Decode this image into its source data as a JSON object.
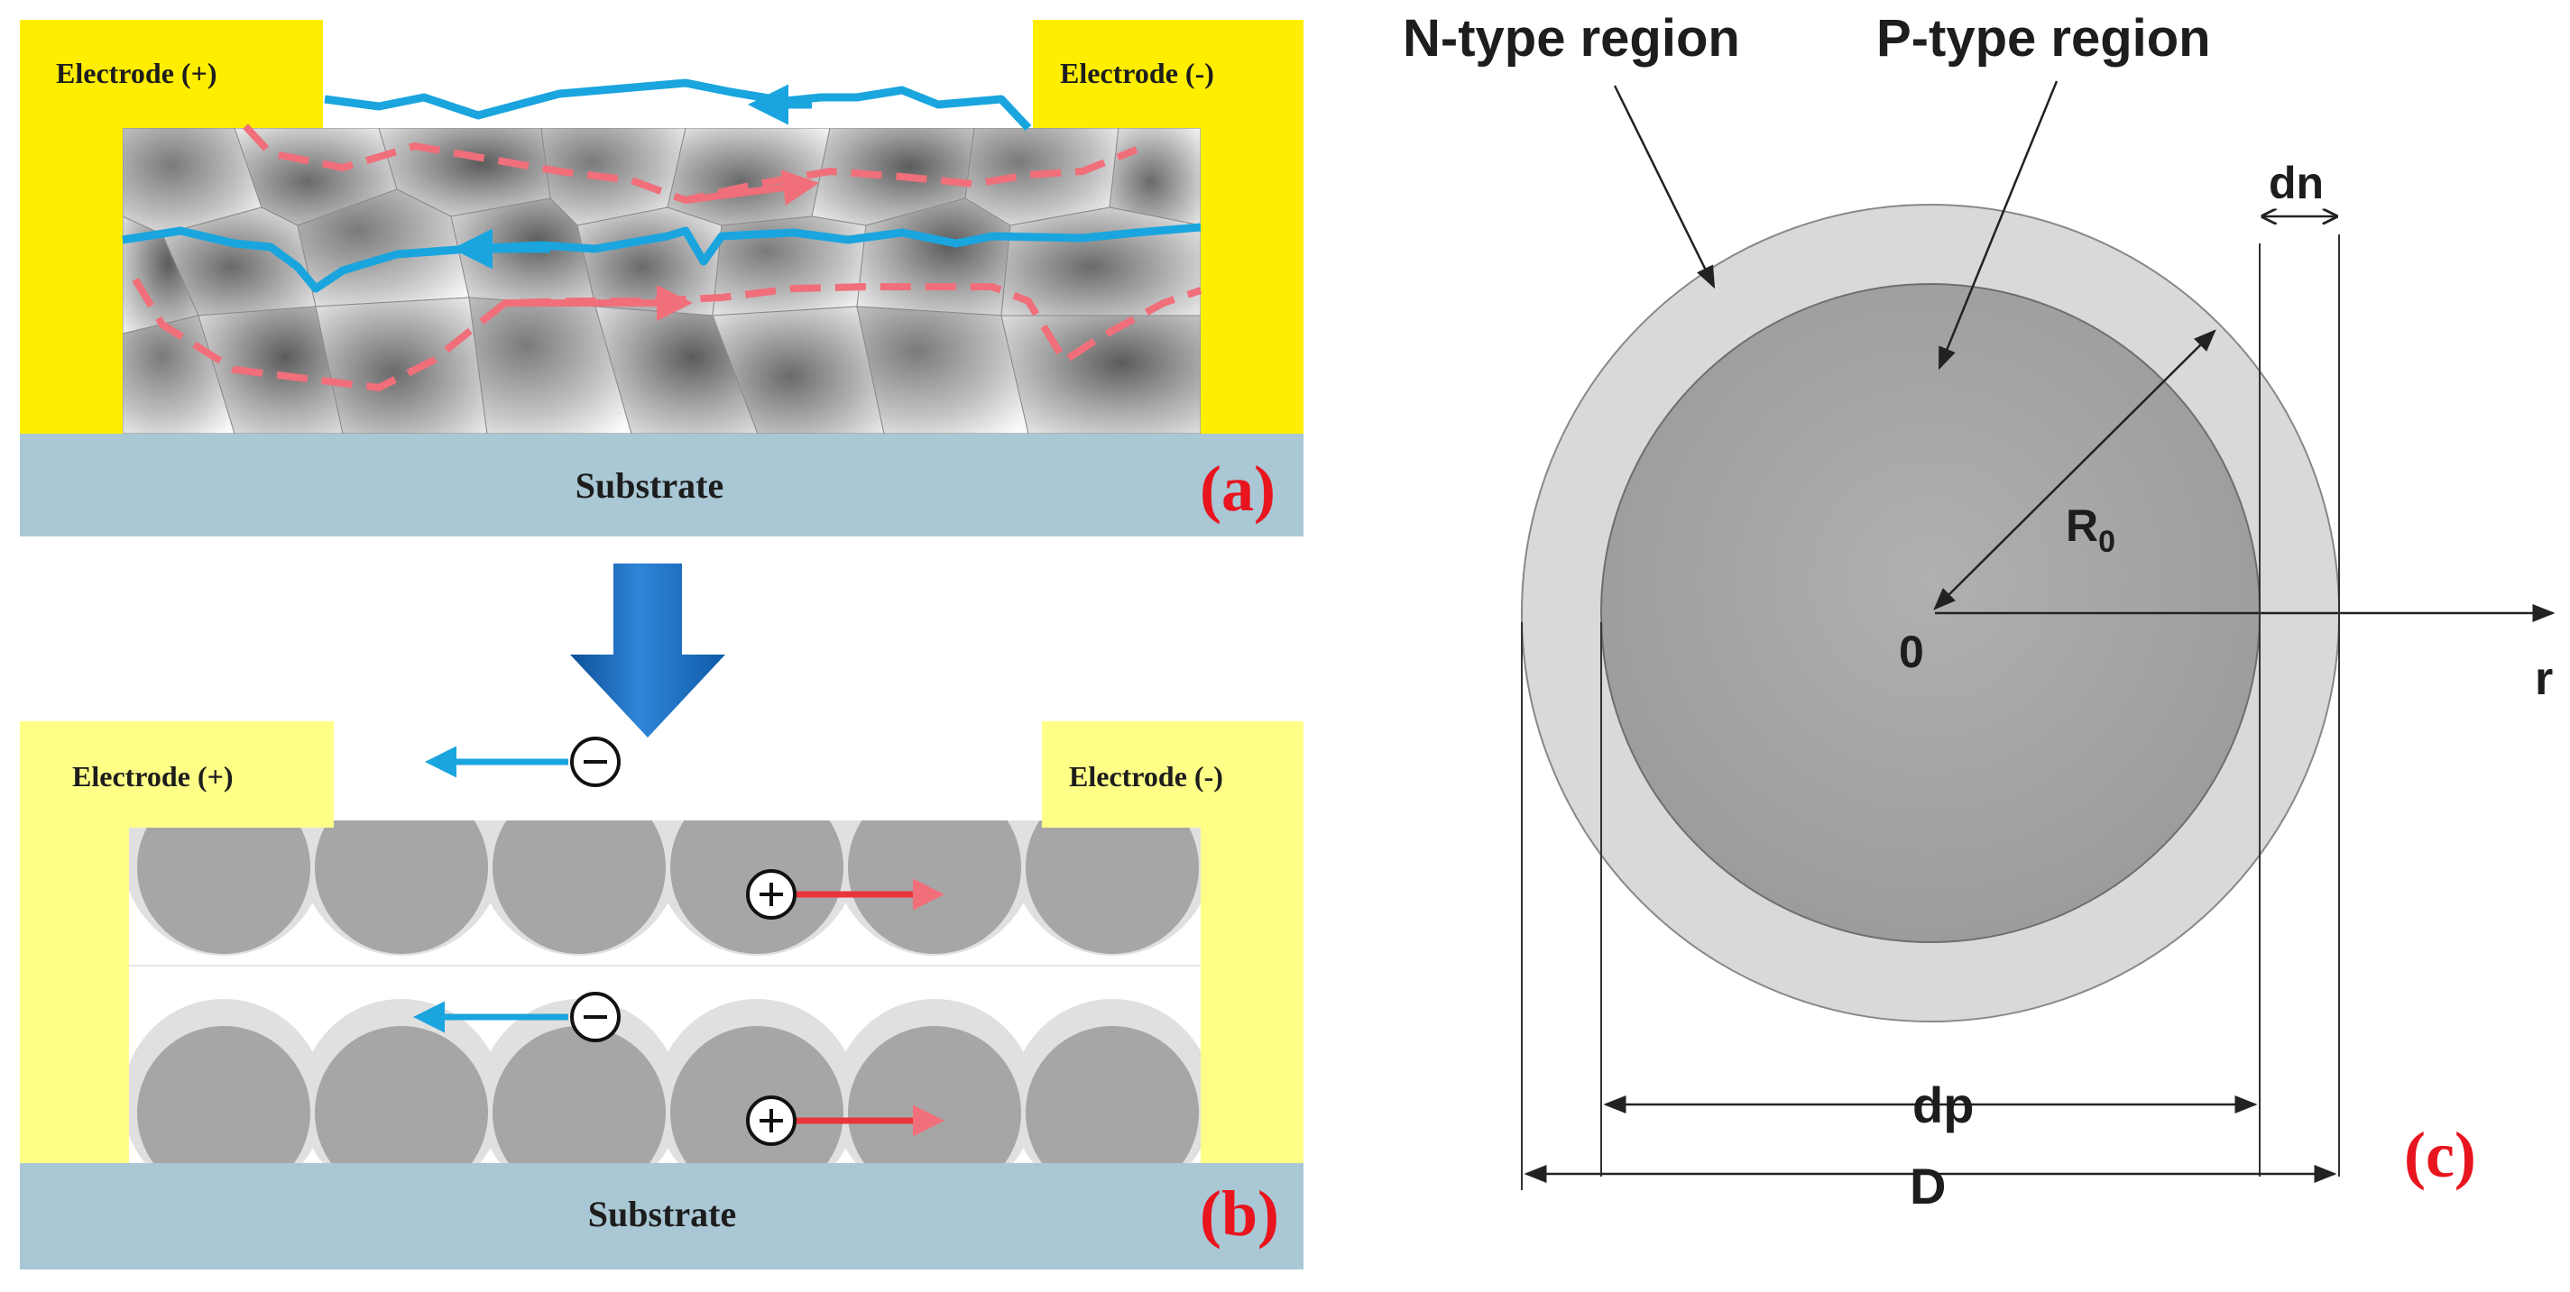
{
  "panel_a": {
    "electrode_left": "Electrode (+)",
    "electrode_right": "Electrode (-)",
    "substrate": "Substrate",
    "tag": "(a)"
  },
  "panel_b": {
    "electrode_left": "Electrode (+)",
    "electrode_right": "Electrode (-)",
    "substrate": "Substrate",
    "tag": "(b)",
    "electron_symbol": "−",
    "hole_symbol": "+"
  },
  "panel_c": {
    "n_type_label": "N-type region",
    "p_type_label": "P-type region",
    "dn_label": "dn",
    "r0_main": "R",
    "r0_sub": "0",
    "origin_label": "0",
    "r_axis_label": "r",
    "dp_label": "dp",
    "d_label": "D",
    "tag": "(c)"
  },
  "colors": {
    "electrode_a": "#ffee00",
    "electrode_b": "#ffff88",
    "substrate": "#a9c7d4",
    "electron_path": "#1aa5de",
    "hole_path": "#f06f7a",
    "tag_red": "#e8141e",
    "down_arrow": "#1c6cc0",
    "outer_circle": "#d9d9d9",
    "inner_circle": "#a6a6a6"
  }
}
